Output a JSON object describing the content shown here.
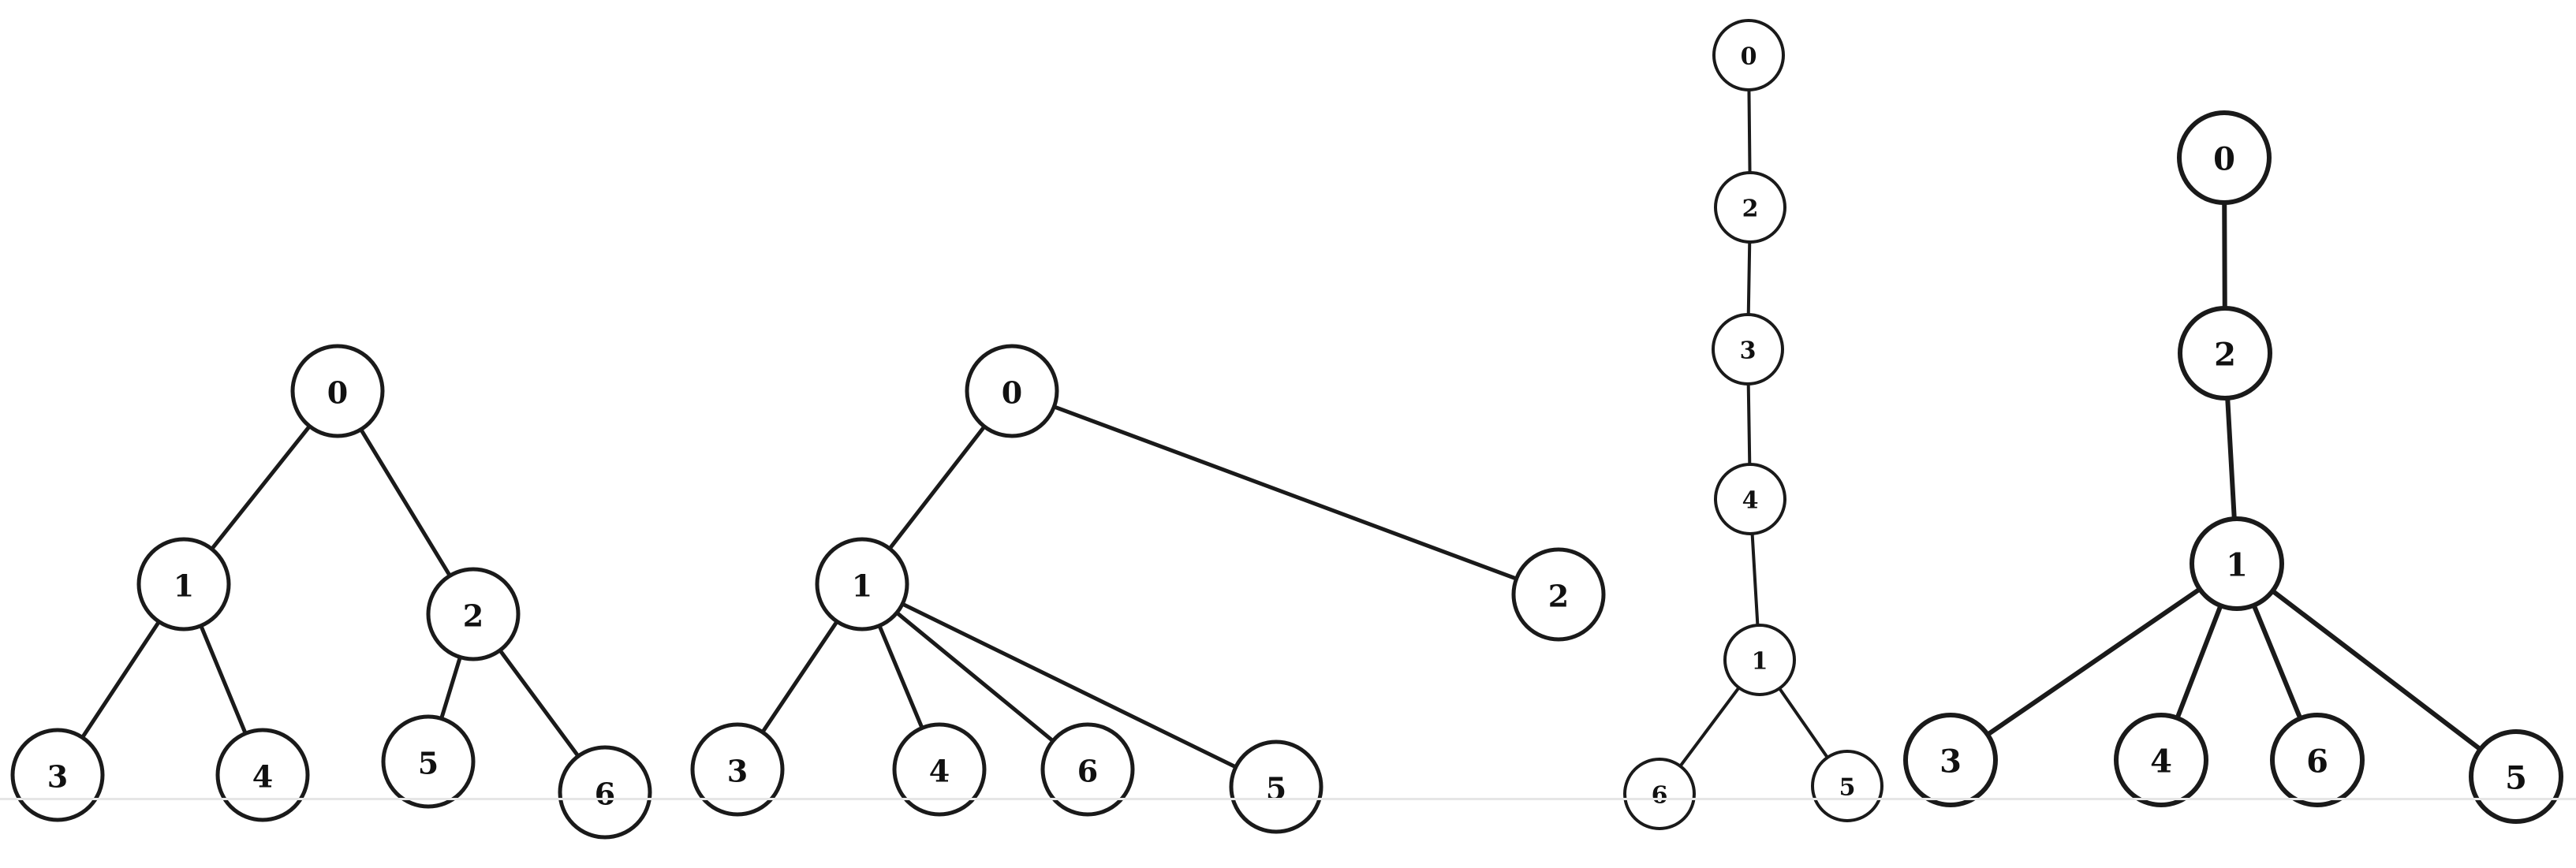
{
  "diagrams": [
    {
      "id": "tree-1",
      "nodes": [
        "0",
        "1",
        "2",
        "3",
        "4",
        "5",
        "6"
      ],
      "edges": [
        [
          "0",
          "1"
        ],
        [
          "0",
          "2"
        ],
        [
          "1",
          "3"
        ],
        [
          "1",
          "4"
        ],
        [
          "2",
          "5"
        ],
        [
          "2",
          "6"
        ]
      ]
    },
    {
      "id": "tree-2",
      "nodes": [
        "0",
        "1",
        "2",
        "3",
        "4",
        "6",
        "5"
      ],
      "edges": [
        [
          "0",
          "1"
        ],
        [
          "0",
          "2"
        ],
        [
          "1",
          "3"
        ],
        [
          "1",
          "4"
        ],
        [
          "1",
          "6"
        ],
        [
          "1",
          "5"
        ]
      ]
    },
    {
      "id": "tree-3",
      "nodes": [
        "0",
        "2",
        "3",
        "4",
        "1",
        "6",
        "5"
      ],
      "edges": [
        [
          "0",
          "2"
        ],
        [
          "2",
          "3"
        ],
        [
          "3",
          "4"
        ],
        [
          "4",
          "1"
        ],
        [
          "1",
          "6"
        ],
        [
          "1",
          "5"
        ]
      ]
    },
    {
      "id": "tree-4",
      "nodes": [
        "0",
        "2",
        "1",
        "3",
        "4",
        "6",
        "5"
      ],
      "edges": [
        [
          "0",
          "2"
        ],
        [
          "2",
          "1"
        ],
        [
          "1",
          "3"
        ],
        [
          "1",
          "4"
        ],
        [
          "1",
          "6"
        ],
        [
          "1",
          "5"
        ]
      ]
    }
  ]
}
